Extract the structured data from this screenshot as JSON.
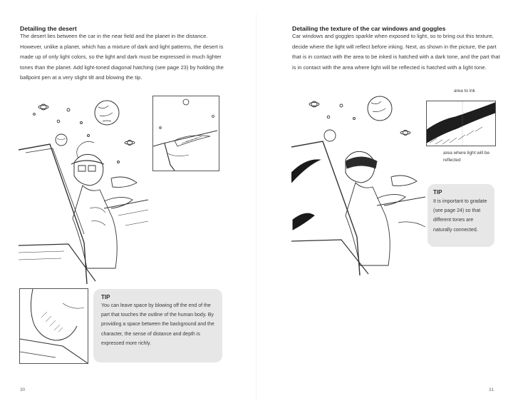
{
  "left_page": {
    "title": "Detailing the desert",
    "body": "The desert lies between the car in the near field and the planet in the distance. However, unlike a planet, which has a mixture of dark and light patterns, the desert is made up of only light colors, so the light and dark must be expressed in much lighter tones than the planet. Add light-toned diagonal hatching (see page 23) by holding the ballpoint pen at a very slight tilt and blowing the tip.",
    "tip": {
      "title": "TIP",
      "text": "You can leave space by blowing off the end of the part that touches the outline of the human body. By providing a space between the background and the character, the sense of distance and depth is expressed more richly."
    },
    "page_number": "30"
  },
  "right_page": {
    "title": "Detailing the texture of the car windows and goggles",
    "body": "Car windows and goggles sparkle when exposed to light, so to bring out this texture, decide where the light will reflect before inking. Next, as shown in the picture, the part that is in contact with the area to be inked is hatched with a dark tone, and the part that is in contact with the area where light will be reflected is hatched with a light tone.",
    "labels": {
      "area_to_ink": "area to ink",
      "reflected_area": "area where light will be reflected"
    },
    "tip": {
      "title": "TIP",
      "text": "It is important to gradate (see page 24) so that different tones are naturally connected."
    },
    "page_number": "31"
  }
}
